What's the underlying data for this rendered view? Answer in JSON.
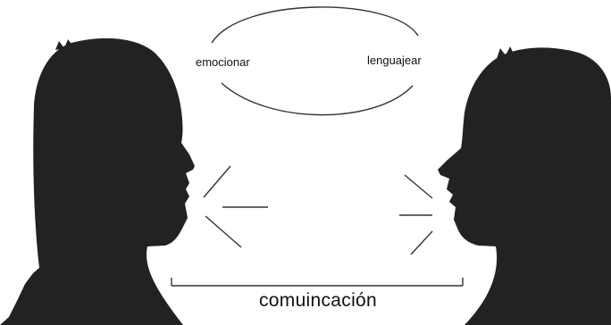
{
  "diagram": {
    "loop_labels": {
      "left": "emocionar",
      "right": "lenguajear"
    },
    "bottom_label": "comuincación",
    "colors": {
      "silhouette": "#222222",
      "lines": "#333333",
      "text": "#111111",
      "background": "#ffffff"
    }
  }
}
